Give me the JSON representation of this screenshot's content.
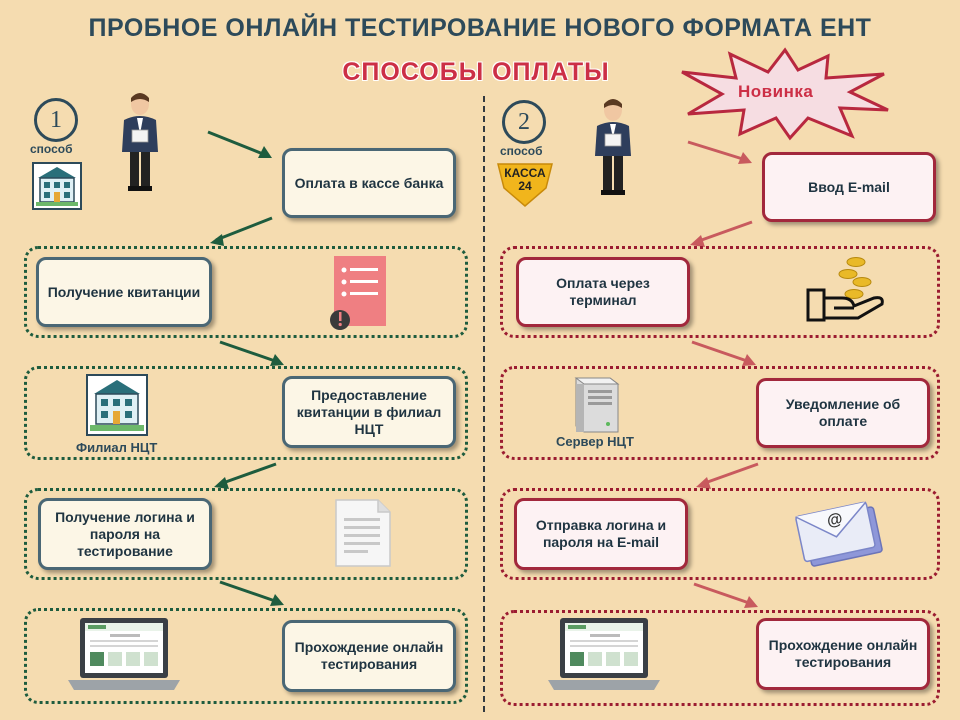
{
  "header": {
    "title": "ПРОБНОЕ ОНЛАЙН ТЕСТИРОВАНИЕ НОВОГО ФОРМАТА ЕНТ",
    "subtitle": "СПОСОБЫ ОПЛАТЫ",
    "new_badge": "Новинка"
  },
  "left": {
    "number": "1",
    "label": "способ",
    "steps": [
      "Оплата в кассе банка",
      "Получение квитанции",
      "Предоставление квитанции в филиал НЦТ",
      "Получение логина и пароля на тестирование",
      "Прохождение онлайн тестирования"
    ],
    "branch_caption": "Филиал НЦТ"
  },
  "right": {
    "number": "2",
    "label": "способ",
    "kassa_logo": "КАССА 24",
    "steps": [
      "Ввод E-mail",
      "Оплата через терминал",
      "Уведомление об оплате",
      "Отправка логина и пароля на E-mail",
      "Прохождение онлайн тестирования"
    ],
    "server_caption": "Сервер НЦТ"
  },
  "colors": {
    "background": "#f5dcb0",
    "left_accent": "#1e5c3e",
    "right_accent": "#9b1c31",
    "title": "#2d4a5a",
    "subtitle": "#cc2f46"
  },
  "icons": {
    "left_person": "person-icon",
    "right_person": "person-icon",
    "bank": "bank-building-icon",
    "receipt": "receipt-icon",
    "branch": "branch-building-icon",
    "document": "document-icon",
    "laptop": "laptop-icon",
    "terminal_hand": "coins-hand-icon",
    "server": "server-icon",
    "envelope": "email-envelope-icon"
  }
}
